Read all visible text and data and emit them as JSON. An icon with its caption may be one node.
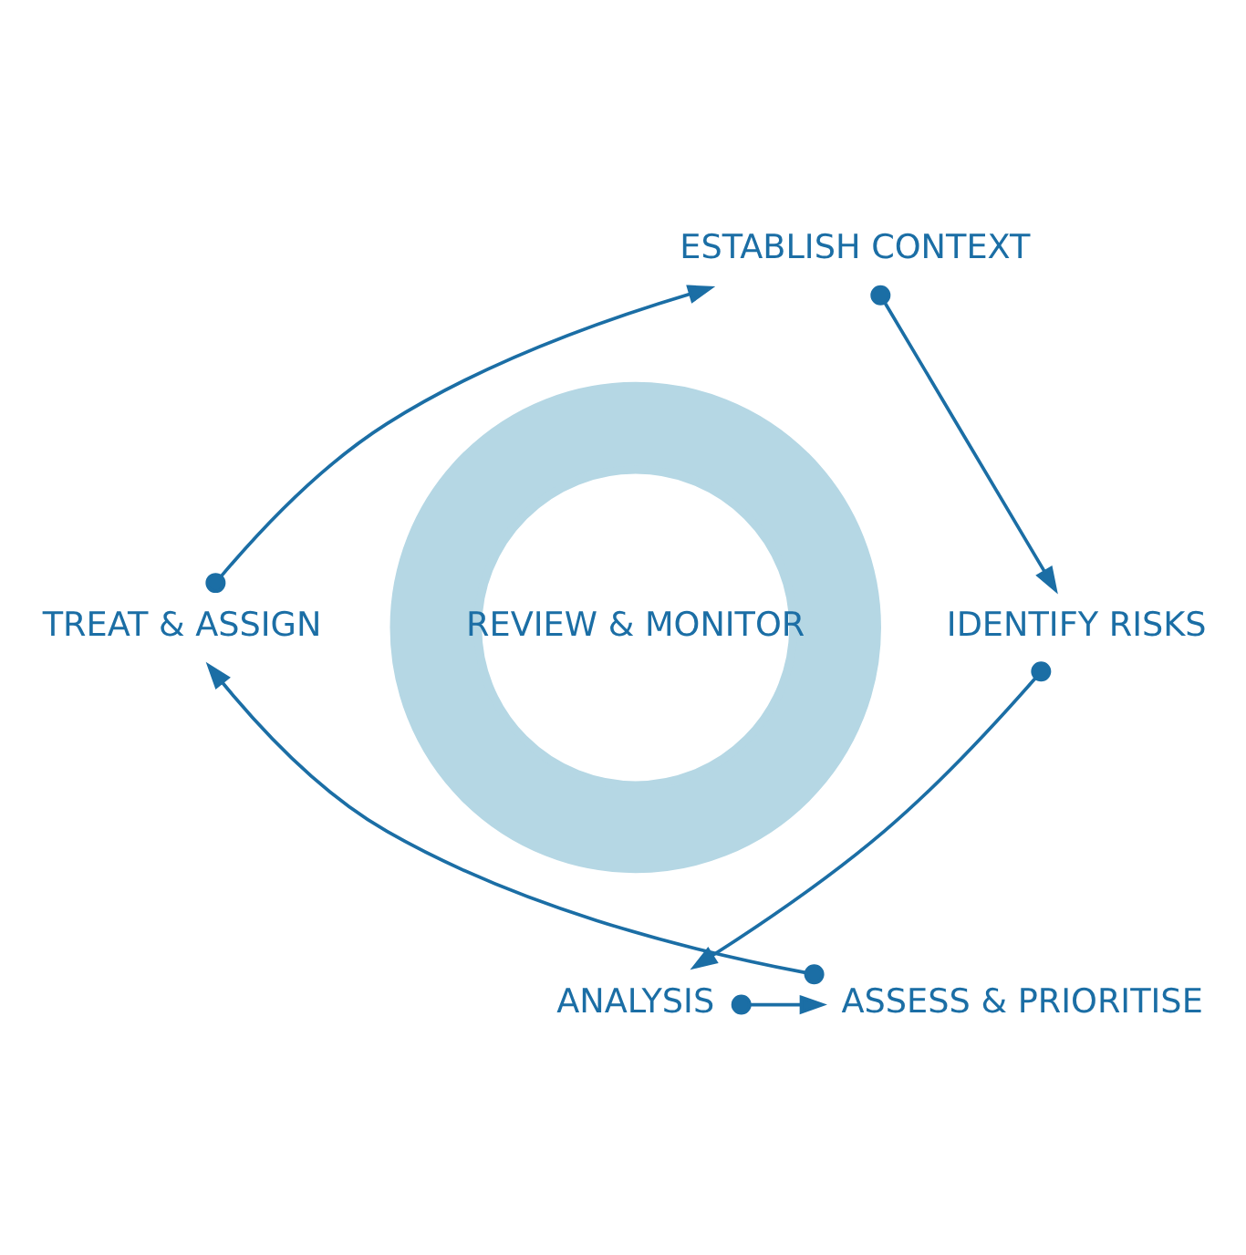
{
  "diagram": {
    "nodes": [
      {
        "text": [
          "REVIEW & MONITOR"
        ]
      },
      {
        "text": [
          "ESTABLISH CONTEXT"
        ]
      },
      {
        "text": [
          "IDENTIFY RISKS"
        ]
      },
      {
        "text": [
          "ANALYSIS"
        ]
      },
      {
        "text": [
          "ASSESS & PRIORITISE"
        ]
      },
      {
        "text": [
          "TREAT & ASSIGN"
        ]
      }
    ],
    "edges": [
      {
        "from": 1,
        "to": 2,
        "arrow": "to"
      },
      {
        "from": 2,
        "to": 3,
        "arrow": "to"
      },
      {
        "from": 3,
        "to": 4,
        "arrow": "to"
      },
      {
        "from": 4,
        "to": 5,
        "arrow": "to"
      },
      {
        "from": 5,
        "to": 1,
        "arrow": "to"
      }
    ]
  }
}
